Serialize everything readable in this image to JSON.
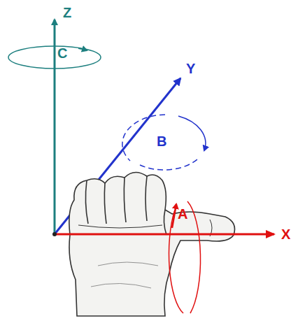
{
  "diagram": {
    "labels": [
      "Z",
      "C",
      "Y",
      "B",
      "A",
      "X"
    ]
  }
}
